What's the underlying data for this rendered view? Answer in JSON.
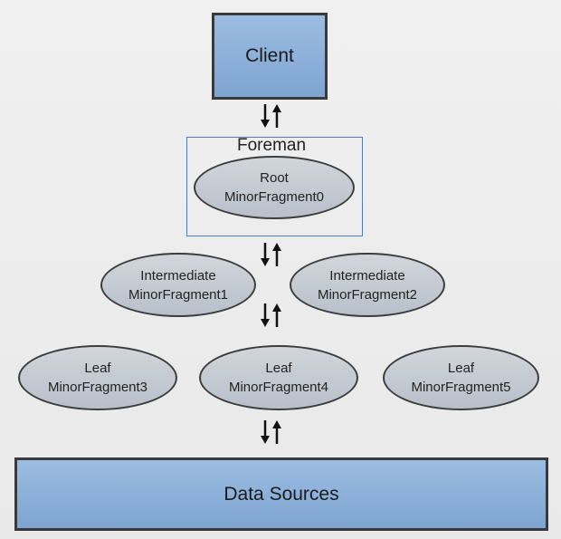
{
  "client": {
    "label": "Client"
  },
  "foreman": {
    "label": "Foreman"
  },
  "root": {
    "role": "Root",
    "name": "MinorFragment0"
  },
  "intermediates": [
    {
      "role": "Intermediate",
      "name": "MinorFragment1"
    },
    {
      "role": "Intermediate",
      "name": "MinorFragment2"
    }
  ],
  "leaves": [
    {
      "role": "Leaf",
      "name": "MinorFragment3"
    },
    {
      "role": "Leaf",
      "name": "MinorFragment4"
    },
    {
      "role": "Leaf",
      "name": "MinorFragment5"
    }
  ],
  "data_sources": {
    "label": "Data Sources"
  },
  "colors": {
    "box_fill": "#8eb1dc",
    "ellipse_fill": "#c7ccd3",
    "foreman_border": "#4f7fb8",
    "outline": "#3a3a3a"
  },
  "icons": [
    "down-arrow-icon",
    "up-arrow-icon"
  ]
}
